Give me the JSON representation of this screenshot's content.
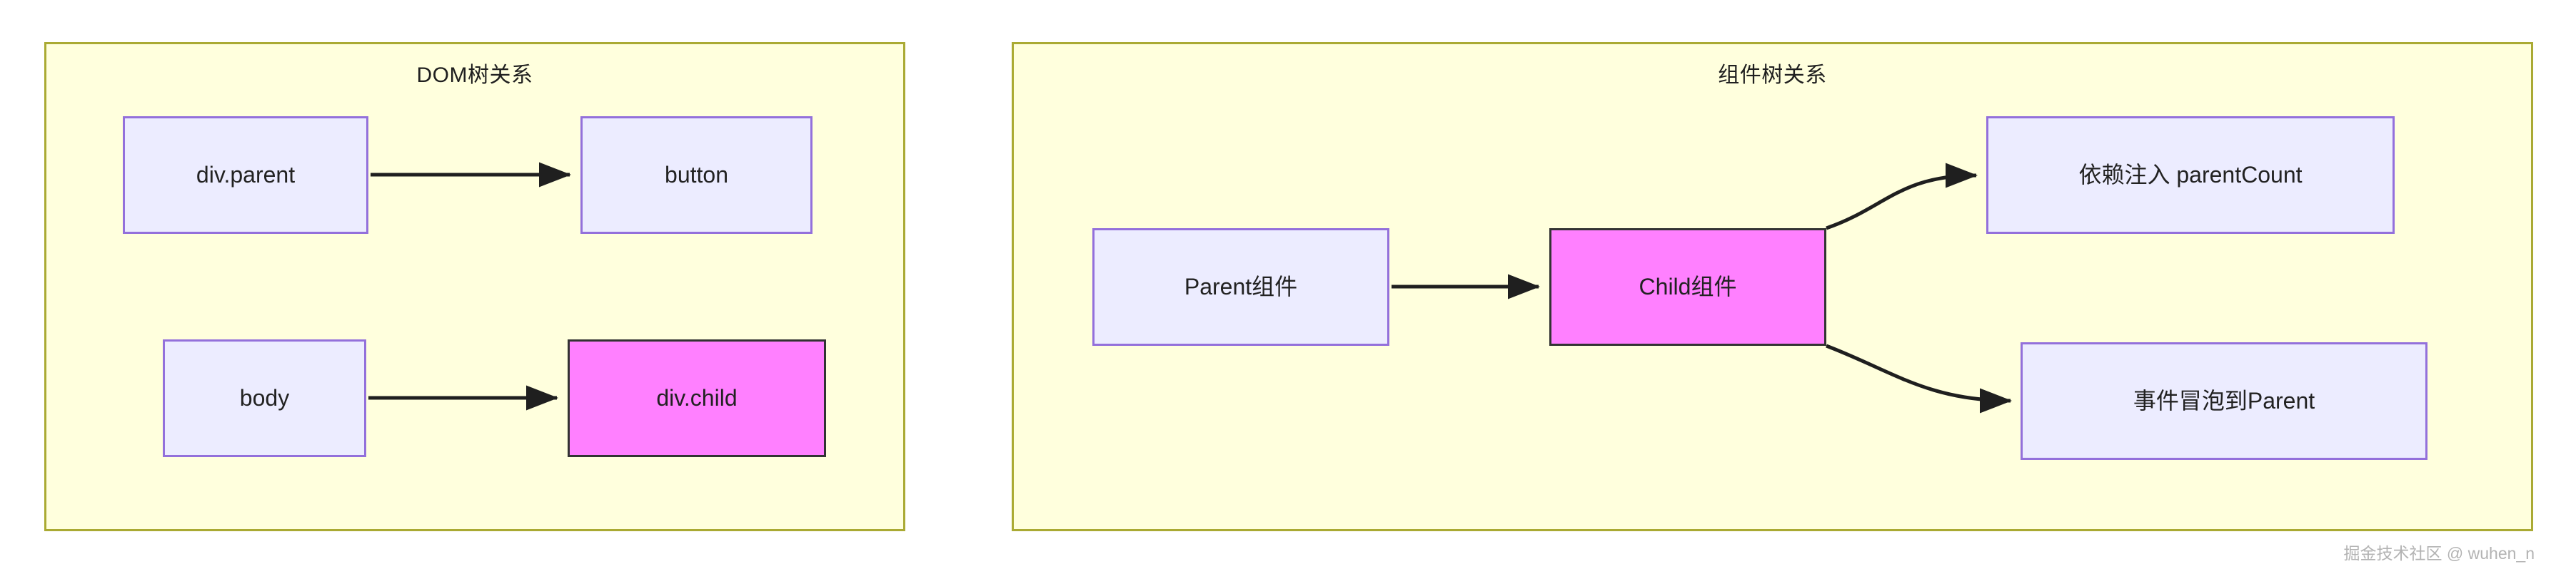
{
  "diagram": {
    "type": "flowchart",
    "watermark": "掘金技术社区 @ wuhen_n",
    "colors": {
      "panel_fill": "#ffffdd",
      "panel_border": "#aaaa33",
      "node_fill": "#ececff",
      "node_border": "#9370db",
      "highlight_fill": "#ff80ff",
      "highlight_border": "#333333",
      "edge": "#1f1f1f",
      "text": "#222222",
      "watermark": "#b3b3b3"
    },
    "panels": [
      {
        "id": "dom-tree",
        "title": "DOM树关系",
        "nodes": [
          {
            "id": "div-parent",
            "label": "div.parent",
            "style": "lavender"
          },
          {
            "id": "button",
            "label": "button",
            "style": "lavender"
          },
          {
            "id": "body",
            "label": "body",
            "style": "lavender"
          },
          {
            "id": "div-child",
            "label": "div.child",
            "style": "highlight"
          }
        ],
        "edges": [
          {
            "from": "div-parent",
            "to": "button",
            "shape": "straight",
            "arrow": "end"
          },
          {
            "from": "body",
            "to": "div-child",
            "shape": "straight",
            "arrow": "end"
          }
        ]
      },
      {
        "id": "component-tree",
        "title": "组件树关系",
        "nodes": [
          {
            "id": "parent-comp",
            "label": "Parent组件",
            "style": "lavender"
          },
          {
            "id": "child-comp",
            "label": "Child组件",
            "style": "highlight"
          },
          {
            "id": "inject",
            "label": "依赖注入 parentCount",
            "style": "lavender"
          },
          {
            "id": "bubble",
            "label": "事件冒泡到Parent",
            "style": "lavender"
          }
        ],
        "edges": [
          {
            "from": "parent-comp",
            "to": "child-comp",
            "shape": "straight",
            "arrow": "end"
          },
          {
            "from": "child-comp",
            "to": "inject",
            "shape": "curve-up",
            "arrow": "end"
          },
          {
            "from": "child-comp",
            "to": "bubble",
            "shape": "curve-down",
            "arrow": "end"
          }
        ]
      }
    ]
  }
}
